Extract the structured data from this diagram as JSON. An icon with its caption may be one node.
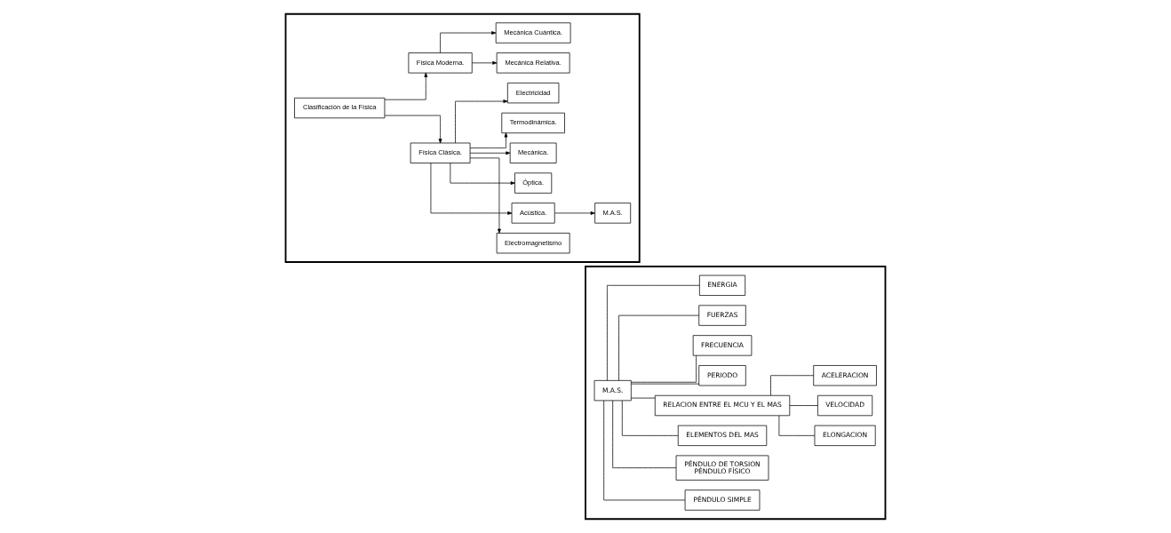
{
  "diagram": {
    "nodes": [
      {
        "text": [],
        "shape": "box"
      },
      {
        "text": [
          "Clasificación de la Física"
        ],
        "in": 0
      },
      {
        "text": [
          "Física Clásica."
        ],
        "in": 0
      },
      {
        "text": [
          "Mecánica."
        ],
        "in": 0
      },
      {
        "text": [
          "Termodinámica."
        ],
        "in": 0
      },
      {
        "text": [
          "Electricidad"
        ],
        "in": 0
      },
      {
        "text": [
          "Electromagnetismo"
        ],
        "in": 0
      },
      {
        "text": [
          "Acústica."
        ],
        "in": 0
      },
      {
        "text": [
          "Óptica."
        ],
        "in": 0
      },
      {
        "text": [
          "M.A.S."
        ],
        "in": 0
      },
      {
        "text": [
          "Física Moderna."
        ],
        "in": 0
      },
      {
        "text": [
          "Mecánica Cuántica."
        ],
        "in": 0
      },
      {
        "text": [
          "Mecánica Relativa."
        ],
        "in": 0
      },
      {
        "text": [],
        "shape": "box"
      },
      {
        "text": [
          "M.A.S."
        ],
        "in": 13
      },
      {
        "text": [
          "PÉNDULO SIMPLE"
        ],
        "in": 13
      },
      {
        "text": [
          "PÉNDULO DE TORSION",
          "PÉNDULO FÍSICO"
        ],
        "in": 13
      },
      {
        "text": [
          "ELEMENTOS DEL MAS"
        ],
        "in": 13
      },
      {
        "text": [
          "RELACION ENTRE EL MCU Y EL MAS"
        ],
        "in": 13
      },
      {
        "text": [
          "PERIODO"
        ],
        "in": 13
      },
      {
        "text": [
          "FRECUENCIA"
        ],
        "in": 13
      },
      {
        "text": [
          "FUERZAS"
        ],
        "in": 13
      },
      {
        "text": [
          "ENERGIA"
        ],
        "in": 13
      },
      {
        "text": [
          "ELONGACION"
        ],
        "in": 13
      },
      {
        "text": [
          "VELOCIDAD"
        ],
        "in": 13
      },
      {
        "text": [
          "ACELERACION"
        ],
        "in": 13
      }
    ],
    "edges": [
      {
        "from": 1,
        "to": 2,
        "arrow": "to"
      },
      {
        "from": 1,
        "to": 10,
        "arrow": "to"
      },
      {
        "from": 2,
        "to": 3,
        "arrow": "to"
      },
      {
        "from": 2,
        "to": 4,
        "arrow": "to"
      },
      {
        "from": 2,
        "to": 5,
        "arrow": "to"
      },
      {
        "from": 2,
        "to": 6,
        "arrow": "to"
      },
      {
        "from": 2,
        "to": 7,
        "arrow": "to"
      },
      {
        "from": 2,
        "to": 8,
        "arrow": "to"
      },
      {
        "from": 7,
        "to": 9,
        "arrow": "to"
      },
      {
        "from": 10,
        "to": 11,
        "arrow": "to"
      },
      {
        "from": 10,
        "to": 12,
        "arrow": "to"
      },
      {
        "from": 14,
        "to": 15,
        "arrow": "none"
      },
      {
        "from": 14,
        "to": 16,
        "arrow": "none"
      },
      {
        "from": 14,
        "to": 17,
        "arrow": "none"
      },
      {
        "from": 14,
        "to": 18,
        "arrow": "none"
      },
      {
        "from": 14,
        "to": 19,
        "arrow": "none"
      },
      {
        "from": 14,
        "to": 20,
        "arrow": "none"
      },
      {
        "from": 14,
        "to": 21,
        "arrow": "none"
      },
      {
        "from": 14,
        "to": 22,
        "arrow": "none"
      },
      {
        "from": 18,
        "to": 23,
        "arrow": "none"
      },
      {
        "from": 18,
        "to": 24,
        "arrow": "none"
      },
      {
        "from": 18,
        "to": 25,
        "arrow": "none"
      }
    ]
  }
}
